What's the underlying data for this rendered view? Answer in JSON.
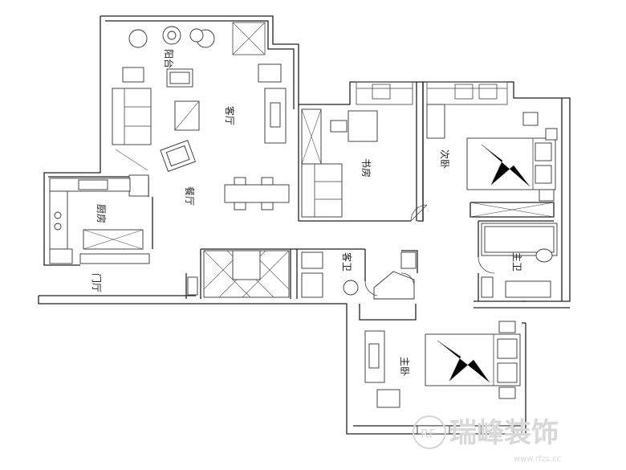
{
  "rooms": {
    "balcony": "阳台",
    "living_room": "客厅",
    "dining_room": "餐厅",
    "kitchen": "厨房",
    "foyer": "门厅",
    "study": "书房",
    "second_bedroom": "次卧",
    "guest_bath": "客卫",
    "master_bath": "主卫",
    "master_bedroom": "主卧"
  },
  "watermark": {
    "logo_initials": "RF",
    "brand_text": "瑞峰装饰",
    "url": "www.rfzs.cc"
  }
}
